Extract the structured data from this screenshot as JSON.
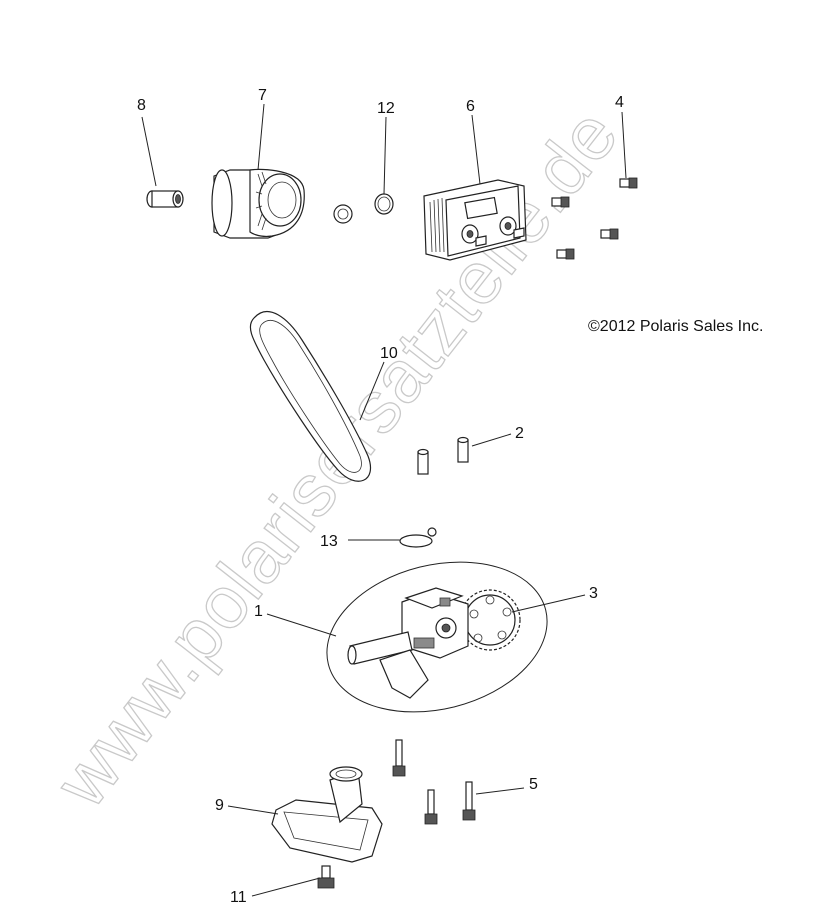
{
  "watermark": "www.polarisersatzteile.de",
  "copyright": "©2012 Polaris Sales Inc.",
  "callouts": [
    {
      "id": "c1",
      "label": "1"
    },
    {
      "id": "c2",
      "label": "2"
    },
    {
      "id": "c3",
      "label": "3"
    },
    {
      "id": "c4",
      "label": "4"
    },
    {
      "id": "c5",
      "label": "5"
    },
    {
      "id": "c6",
      "label": "6"
    },
    {
      "id": "c7",
      "label": "7"
    },
    {
      "id": "c8",
      "label": "8"
    },
    {
      "id": "c9",
      "label": "9"
    },
    {
      "id": "c10",
      "label": "10"
    },
    {
      "id": "c11",
      "label": "11"
    },
    {
      "id": "c12",
      "label": "12"
    },
    {
      "id": "c13",
      "label": "13"
    }
  ]
}
